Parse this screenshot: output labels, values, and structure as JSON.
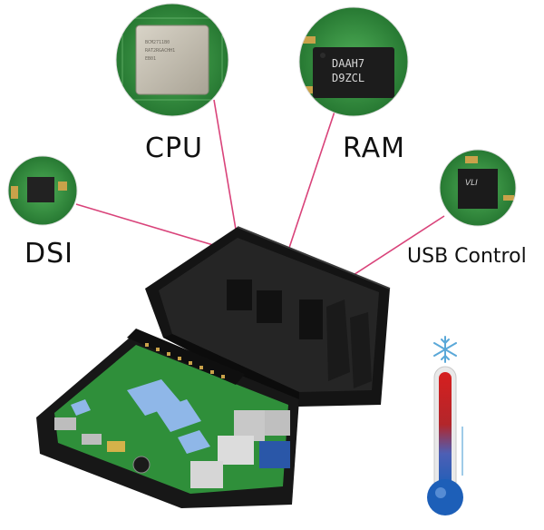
{
  "labels": {
    "cpu": "CPU",
    "ram": "RAM",
    "dsi": "DSI",
    "usb": "USB Control"
  },
  "chip_text": {
    "ram_line1": "DAAH7",
    "ram_line2": "D9ZCL",
    "usb_mark": "VLI"
  },
  "icons": {
    "snowflake": "snowflake-icon",
    "thermometer": "thermometer-icon"
  },
  "colors": {
    "pcb_green": "#2f8f3a",
    "case_black": "#1b1b1b",
    "leader_line": "#d9437a",
    "thermo_red": "#d61f1f",
    "thermo_blue": "#1d5fb8"
  }
}
